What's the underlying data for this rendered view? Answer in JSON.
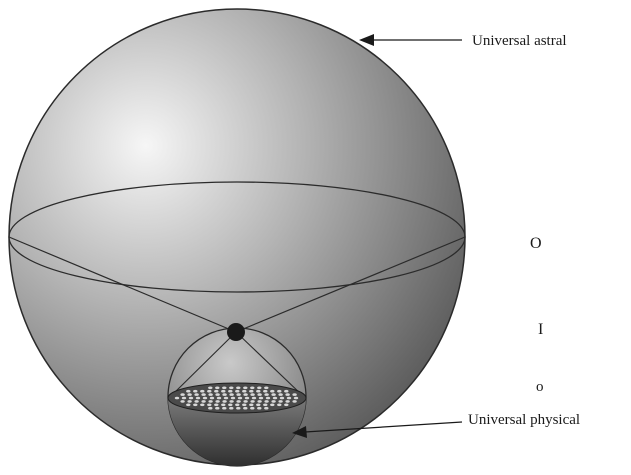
{
  "labels": {
    "astral": "Universal astral",
    "physical": "Universal physical"
  },
  "side_letters": {
    "big_o": "O",
    "i": "I",
    "small_o": "o"
  },
  "colors": {
    "sphere_highlight": "#f4f4f4",
    "sphere_mid": "#a6a6a6",
    "sphere_shadow": "#5a5a5a",
    "outline": "#2b2b2b",
    "lower_bowl_dark": "#2a2a2a"
  }
}
